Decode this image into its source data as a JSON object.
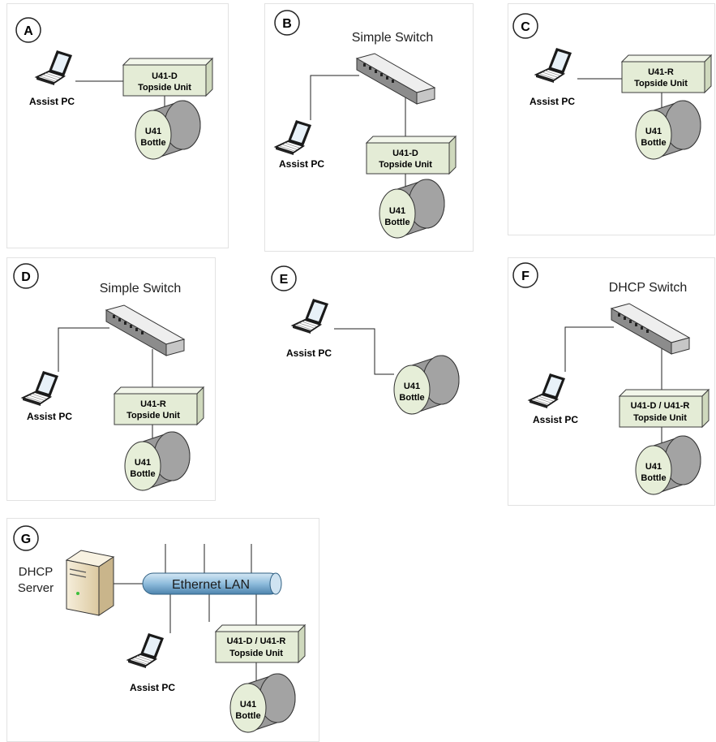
{
  "panels": [
    {
      "letter": "A",
      "pc": "Assist PC",
      "unit1": "U41-D",
      "unit2": "Topside Unit",
      "bottle1": "U41",
      "bottle2": "Bottle"
    },
    {
      "letter": "B",
      "switch": "Simple Switch",
      "pc": "Assist PC",
      "unit1": "U41-D",
      "unit2": "Topside Unit",
      "bottle1": "U41",
      "bottle2": "Bottle"
    },
    {
      "letter": "C",
      "pc": "Assist PC",
      "unit1": "U41-R",
      "unit2": "Topside Unit",
      "bottle1": "U41",
      "bottle2": "Bottle"
    },
    {
      "letter": "D",
      "switch": "Simple Switch",
      "pc": "Assist PC",
      "unit1": "U41-R",
      "unit2": "Topside Unit",
      "bottle1": "U41",
      "bottle2": "Bottle"
    },
    {
      "letter": "E",
      "pc": "Assist PC",
      "bottle1": "U41",
      "bottle2": "Bottle"
    },
    {
      "letter": "F",
      "switch": "DHCP Switch",
      "pc": "Assist PC",
      "unit1": "U41-D / U41-R",
      "unit2": "Topside Unit",
      "bottle1": "U41",
      "bottle2": "Bottle"
    },
    {
      "letter": "G",
      "server1": "DHCP",
      "server2": "Server",
      "lan": "Ethernet LAN",
      "pc": "Assist PC",
      "unit1": "U41-D / U41-R",
      "unit2": "Topside Unit",
      "bottle1": "U41",
      "bottle2": "Bottle"
    }
  ],
  "colors": {
    "unit_fill": "#e4ecd6",
    "cyl_body": "#9a9a9a",
    "cyl_face": "#e6eed8",
    "lan": "#a8cbe4"
  }
}
